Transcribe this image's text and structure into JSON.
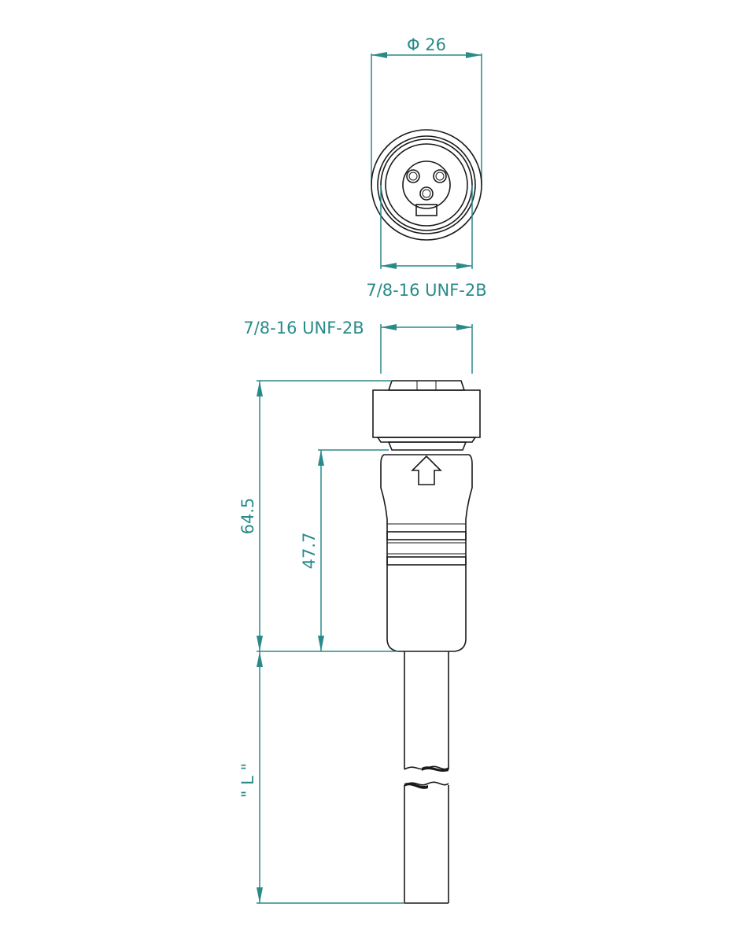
{
  "front_view": {
    "diameter_label": "Φ 26",
    "thread_label": "7/8-16 UNF-2B"
  },
  "side_view": {
    "thread_label": "7/8-16 UNF-2B",
    "overall_length_label": "64.5",
    "body_length_label": "47.7",
    "cable_length_label": "\" L \""
  },
  "colors": {
    "dimension": "#2a8a8a",
    "outline": "#1a1a1a"
  }
}
